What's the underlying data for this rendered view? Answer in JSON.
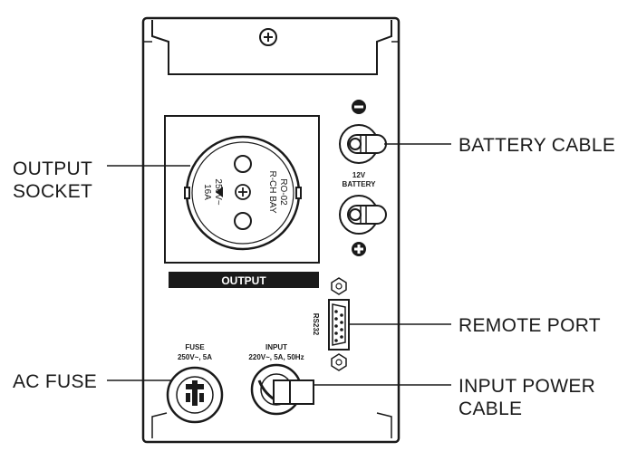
{
  "callouts": {
    "output_socket": [
      "OUTPUT",
      "SOCKET"
    ],
    "battery_cable": "BATTERY CABLE",
    "remote_port": "REMOTE PORT",
    "ac_fuse": "AC FUSE",
    "input_power_cable": [
      "INPUT POWER",
      "CABLE"
    ]
  },
  "panel_labels": {
    "output_banner": "OUTPUT",
    "battery": [
      "12V",
      "BATTERY"
    ],
    "rs232": "RS232",
    "fuse": [
      "FUSE",
      "250V~, 5A"
    ],
    "input": [
      "INPUT",
      "220V~, 5A, 50Hz"
    ],
    "socket_rating": [
      "16A",
      "250V~"
    ],
    "socket_model": [
      "R-CH BAY",
      "RO-02"
    ]
  },
  "colors": {
    "line": "#1a1a1a",
    "background": "#ffffff"
  },
  "icons": [
    "screw-icon",
    "minus-icon",
    "plus-icon",
    "ground-arrow-icon",
    "screw-head-icon"
  ]
}
